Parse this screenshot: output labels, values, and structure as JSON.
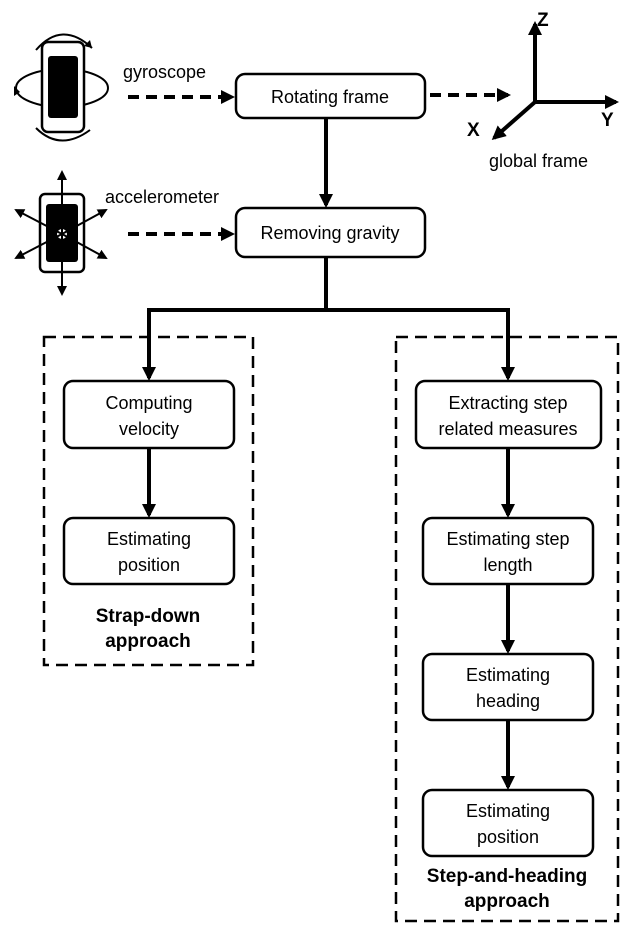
{
  "sensors": {
    "gyroscope": "gyroscope",
    "accelerometer": "accelerometer"
  },
  "global_frame": {
    "label": "global frame",
    "x_axis": "X",
    "y_axis": "Y",
    "z_axis": "Z"
  },
  "nodes": {
    "rotating_frame": [
      "Rotating frame"
    ],
    "removing_gravity": [
      "Removing gravity"
    ],
    "computing_velocity": [
      "Computing",
      "velocity"
    ],
    "sd_estimating_position": [
      "Estimating",
      "position"
    ],
    "extracting_step": [
      "Extracting step",
      "related measures"
    ],
    "estimating_step_length": [
      "Estimating step",
      "length"
    ],
    "estimating_heading": [
      "Estimating",
      "heading"
    ],
    "sh_estimating_position": [
      "Estimating",
      "position"
    ]
  },
  "groups": {
    "strap_down": [
      "Strap-down",
      "approach"
    ],
    "step_and_heading": [
      "Step-and-heading",
      "approach"
    ]
  },
  "icons": [
    "phone-rotation-icon",
    "phone-acceleration-icon",
    "axes-icon"
  ]
}
